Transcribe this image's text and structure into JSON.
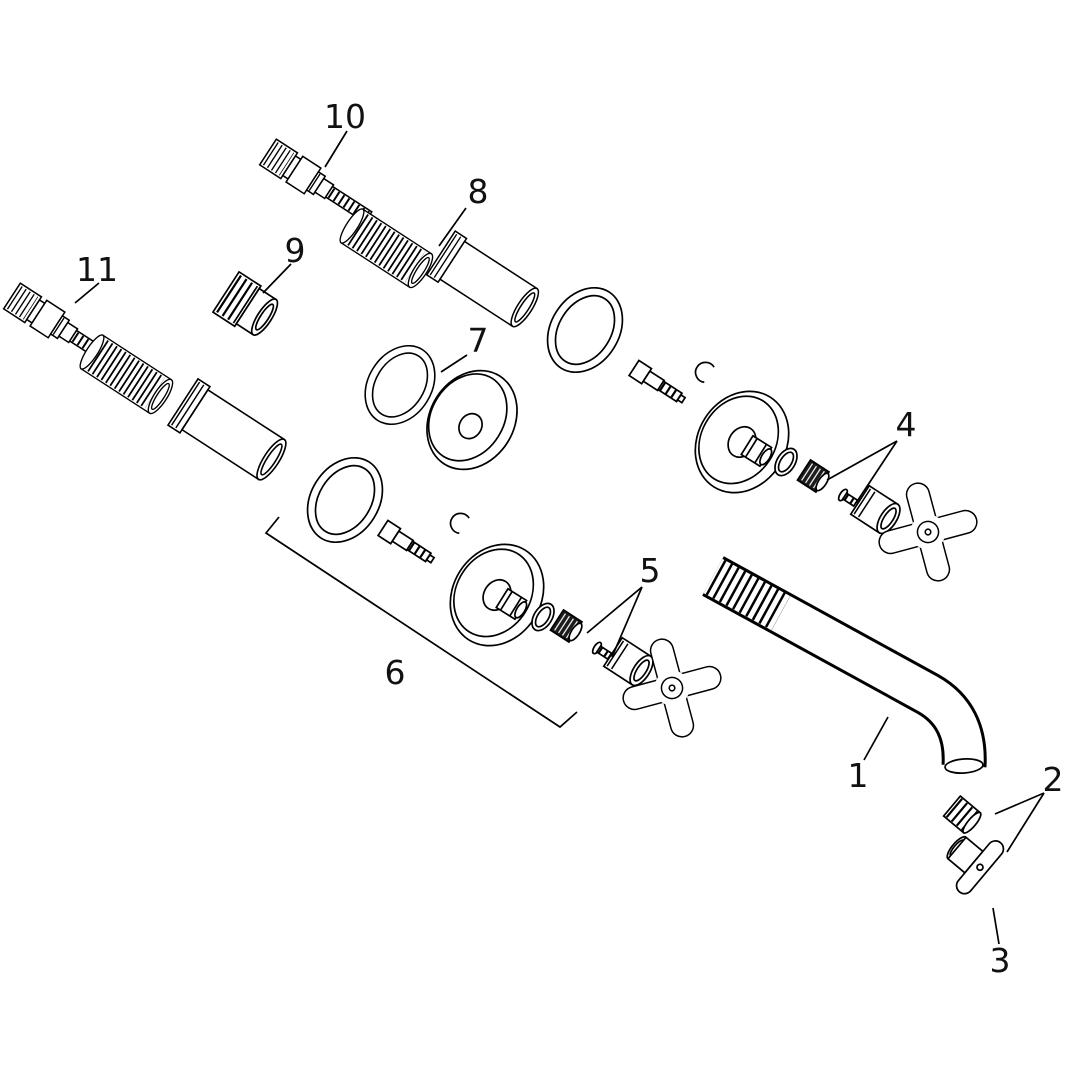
{
  "figure": {
    "type": "exploded-parts-diagram",
    "colors": {
      "background": "#ffffff",
      "line": "#000000",
      "dark_part": "#1c1c1c"
    },
    "part_labels": [
      "1",
      "2",
      "3",
      "4",
      "5",
      "6",
      "7",
      "8",
      "9",
      "10",
      "11"
    ]
  }
}
